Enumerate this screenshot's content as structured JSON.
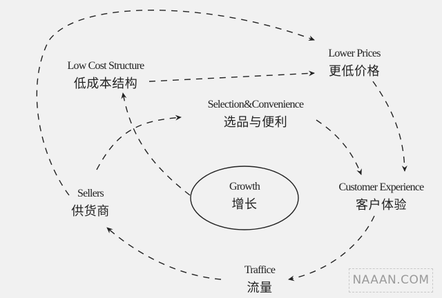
{
  "nodes": {
    "low_cost": {
      "en": "Low Cost Structure",
      "zh": "低成本结构"
    },
    "lower_prices": {
      "en": "Lower Prices",
      "zh": "更低价格"
    },
    "selection": {
      "en": "Selection&Convenience",
      "zh": "选品与便利"
    },
    "customer_experience": {
      "en": "Customer Experience",
      "zh": "客户体验"
    },
    "traffic": {
      "en": "Traffice",
      "zh": "流量"
    },
    "sellers": {
      "en": "Sellers",
      "zh": "供货商"
    },
    "growth": {
      "en": "Growth",
      "zh": "增长"
    }
  },
  "watermark": "NAAAN.COM",
  "colors": {
    "background": "#f1f1f1",
    "stroke": "#222222"
  }
}
